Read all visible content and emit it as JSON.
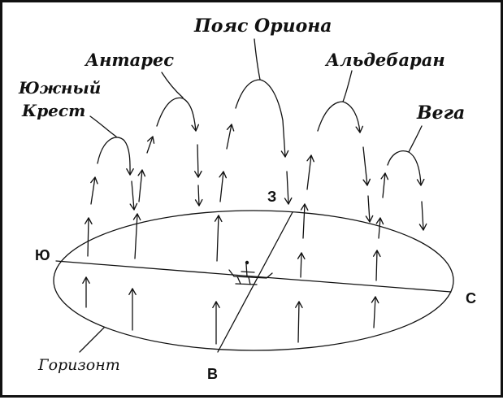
{
  "stars": {
    "southern_cross_line1": "Южный",
    "southern_cross_line2": "Крест",
    "antares": "Антарес",
    "orion_belt": "Пояс Ориона",
    "aldebaran": "Альдебаран",
    "vega": "Вега"
  },
  "directions": {
    "south": "Ю",
    "north": "С",
    "west": "З",
    "east": "В"
  },
  "horizon_label": "Горизонт"
}
